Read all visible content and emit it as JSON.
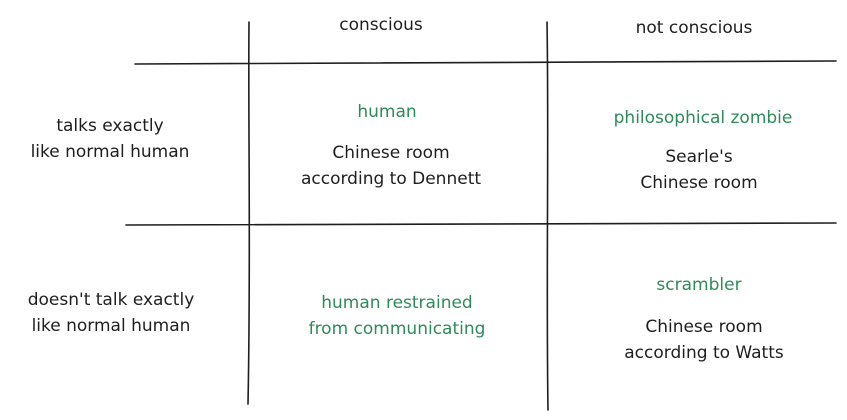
{
  "columns": {
    "conscious": "conscious",
    "not_conscious": "not conscious"
  },
  "rows": {
    "talks": [
      "talks exactly",
      "like normal human"
    ],
    "doesnt_talk": [
      "doesn't talk exactly",
      "like normal human"
    ]
  },
  "cells": {
    "talks_conscious": {
      "green": "human",
      "black": [
        "Chinese room",
        "according to Dennett"
      ]
    },
    "talks_not_conscious": {
      "green": "philosophical zombie",
      "black": [
        "Searle's",
        "Chinese room"
      ]
    },
    "doesnt_talk_conscious": {
      "green": [
        "human restrained",
        "from communicating"
      ]
    },
    "doesnt_talk_not_conscious": {
      "green": "scrambler",
      "black": [
        "Chinese room",
        "according to Watts"
      ]
    }
  },
  "colors": {
    "ink": "#1e1e1e",
    "green": "#2f8a5b",
    "background": "#ffffff"
  }
}
